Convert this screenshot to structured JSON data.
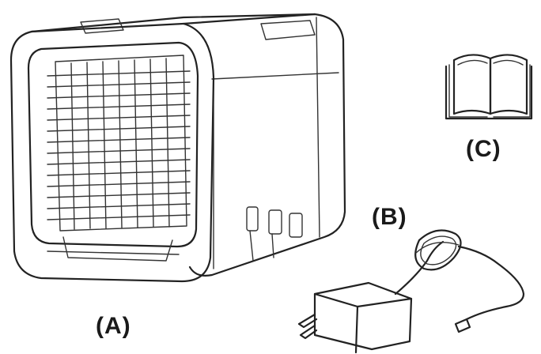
{
  "figure": {
    "labels": {
      "a": "(A)",
      "b": "(B)",
      "c": "(C)"
    },
    "parts": [
      {
        "id": "a",
        "name": "air-cooler-unit-icon"
      },
      {
        "id": "b",
        "name": "power-adapter-with-cable-icon"
      },
      {
        "id": "c",
        "name": "instruction-manual-icon"
      }
    ],
    "colors": {
      "line": "#222222",
      "background": "#ffffff"
    }
  }
}
